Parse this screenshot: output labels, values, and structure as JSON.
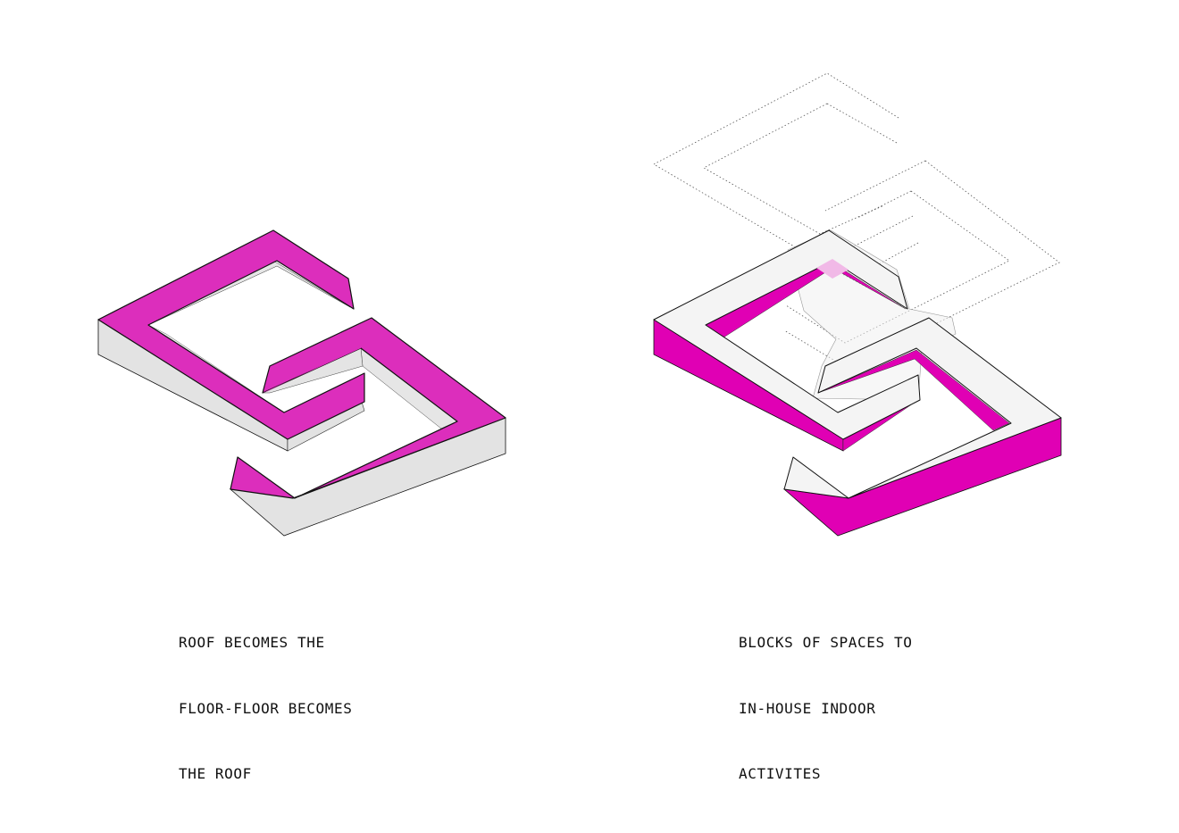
{
  "colors": {
    "magenta": "#DC2EBC",
    "magenta_deep": "#E000B4",
    "grey_side": "#E3E3E3",
    "white_top": "#F4F4F4",
    "outline": "#111111"
  },
  "left_diagram": {
    "caption_lines": [
      "ROOF BECOMES THE",
      "FLOOR-FLOOR BECOMES",
      "THE ROOF"
    ]
  },
  "right_diagram": {
    "caption_lines": [
      "BLOCKS OF SPACES TO",
      "IN-HOUSE INDOOR",
      "ACTIVITES"
    ]
  }
}
